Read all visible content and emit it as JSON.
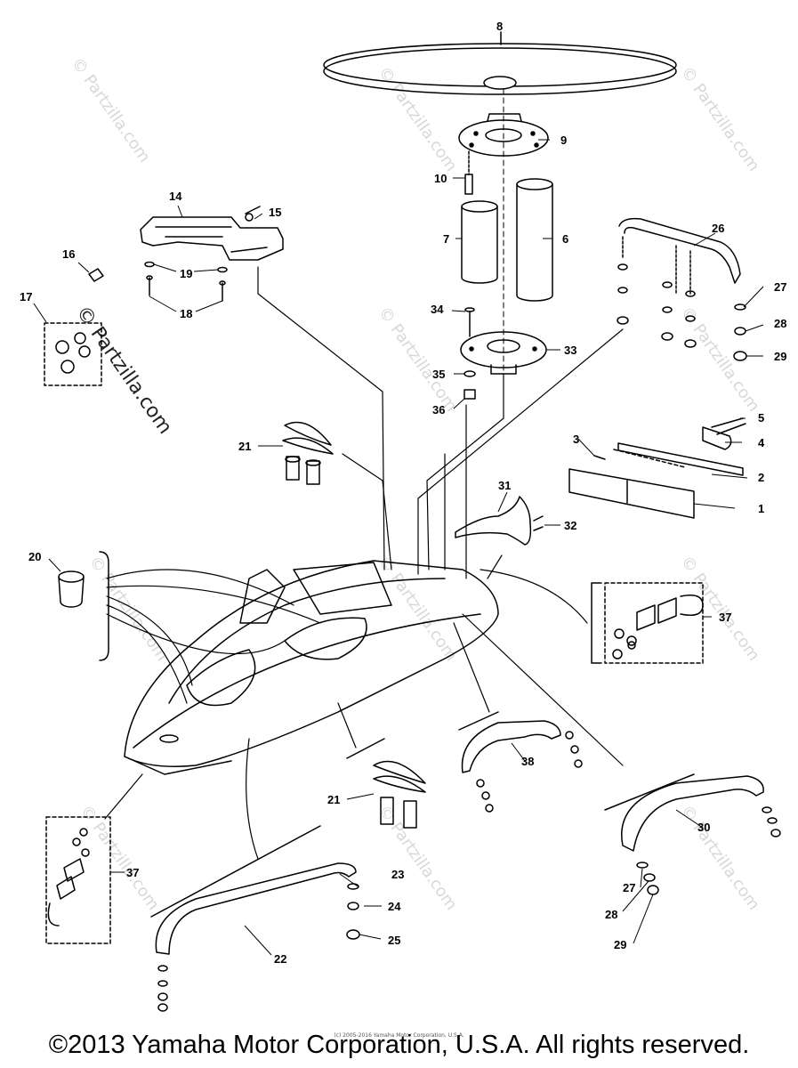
{
  "callouts": [
    "1",
    "2",
    "3",
    "4",
    "5",
    "6",
    "7",
    "8",
    "9",
    "10",
    "14",
    "15",
    "16",
    "17",
    "18",
    "19",
    "20",
    "21",
    "21",
    "22",
    "23",
    "24",
    "25",
    "26",
    "27",
    "28",
    "29",
    "27",
    "28",
    "29",
    "30",
    "31",
    "32",
    "33",
    "34",
    "35",
    "36",
    "37",
    "37",
    "38"
  ],
  "watermark": "© Partzilla.com",
  "small_copyright": "(c) 2005-2016 Yamaha Motor Corporation, U.S.A.",
  "copyright": "©2013 Yamaha Motor Corporation, U.S.A. All rights reserved."
}
